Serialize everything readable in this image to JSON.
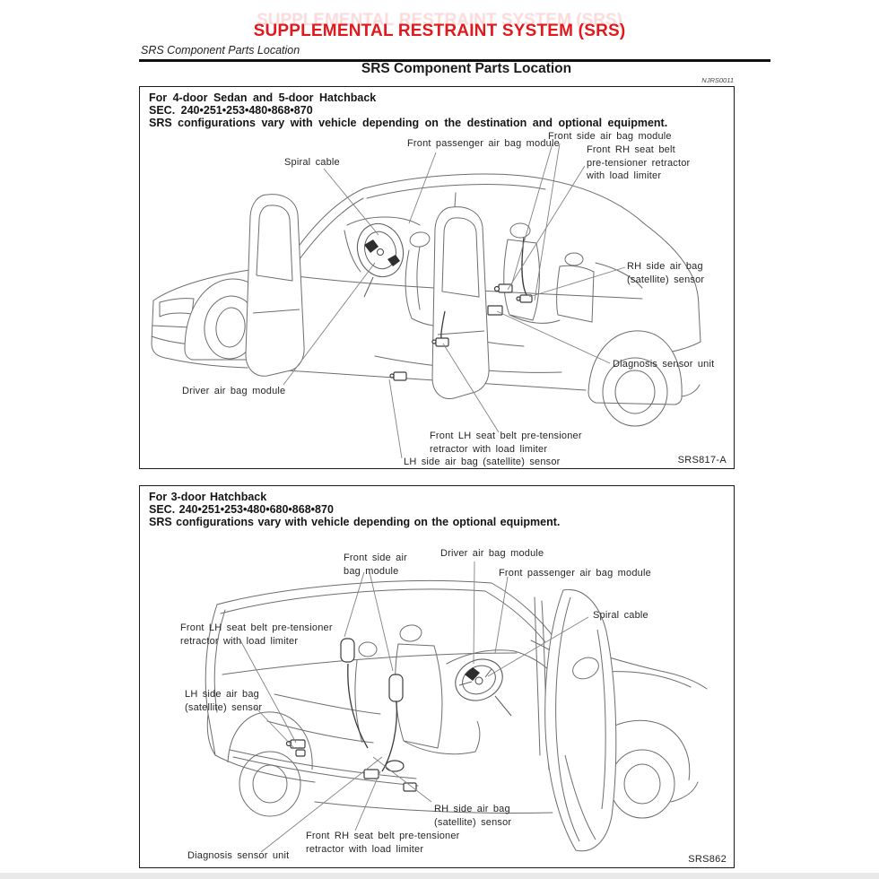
{
  "page": {
    "title": "SUPPLEMENTAL RESTRAINT SYSTEM (SRS)",
    "breadcrumb": "SRS Component Parts Location",
    "heading": "SRS Component Parts Location",
    "ref_code": "NJRS0011",
    "accent_color": "#e2181d"
  },
  "figure1": {
    "title": "For 4-door Sedan and 5-door Hatchback",
    "section": "SEC. 240•251•253•480•868•870",
    "note": "SRS configurations vary with vehicle depending on the destination and optional equipment.",
    "code": "SRS817-A",
    "labels": {
      "spiral_cable": [
        "Spiral cable"
      ],
      "front_passenger_airbag": [
        "Front passenger air bag module"
      ],
      "front_side_airbag": [
        "Front side air bag module"
      ],
      "front_rh_pretensioner": [
        "Front RH seat belt",
        "pre-tensioner retractor",
        "with load limiter"
      ],
      "rh_side_sensor": [
        "RH side air bag",
        "(satellite) sensor"
      ],
      "diagnosis_unit": [
        "Diagnosis sensor unit"
      ],
      "driver_airbag": [
        "Driver air bag module"
      ],
      "front_lh_pretensioner": [
        "Front LH seat belt pre-tensioner",
        "retractor with load limiter"
      ],
      "lh_side_sensor": [
        "LH side air bag (satellite) sensor"
      ]
    }
  },
  "figure2": {
    "title": "For 3-door Hatchback",
    "section": "SEC. 240•251•253•480•680•868•870",
    "note": "SRS configurations vary with vehicle depending on the optional equipment.",
    "code": "SRS862",
    "labels": {
      "front_side_airbag": [
        "Front side air",
        "bag module"
      ],
      "driver_airbag": [
        "Driver air bag module"
      ],
      "front_passenger_airbag": [
        "Front passenger air bag module"
      ],
      "spiral_cable": [
        "Spiral cable"
      ],
      "front_lh_pretensioner": [
        "Front LH seat belt pre-tensioner",
        "retractor with load limiter"
      ],
      "lh_side_sensor": [
        "LH side air bag",
        "(satellite) sensor"
      ],
      "rh_side_sensor": [
        "RH side air bag",
        "(satellite) sensor"
      ],
      "front_rh_pretensioner": [
        "Front RH seat belt pre-tensioner",
        "retractor with load limiter"
      ],
      "diagnosis_unit": [
        "Diagnosis sensor unit"
      ]
    }
  }
}
